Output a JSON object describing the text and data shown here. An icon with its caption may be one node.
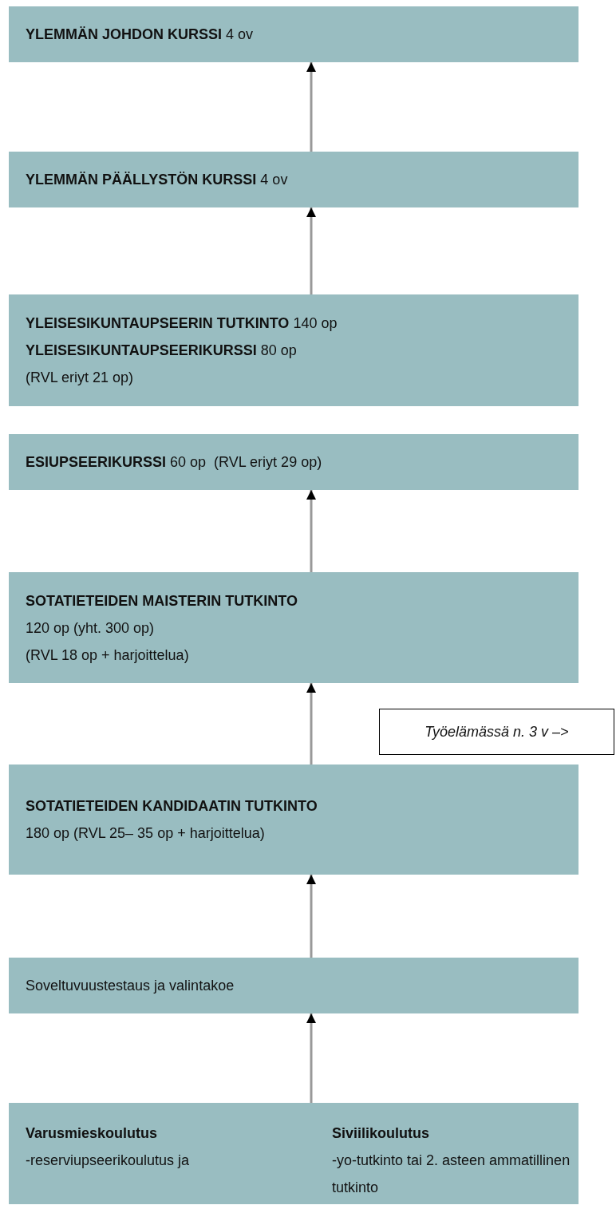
{
  "diagram": {
    "nodes": [
      {
        "text": [
          "**YLEMMÄN JOHDON KURSSI** 4 ov"
        ]
      },
      {
        "text": [
          "**YLEMMÄN PÄÄLLYSTÖN KURSSI** 4 ov"
        ]
      },
      {
        "text": [
          "**YLEISESIKUNTAUPSEERIN TUTKINTO** 140 op",
          "**YLEISESIKUNTAUPSEERIKURSSI** 80 op",
          "(RVL eriyt 21 op)"
        ]
      },
      {
        "text": [
          "**ESIUPSEERIKURSSI** 60 op  (RVL eriyt 29 op)"
        ]
      },
      {
        "text": [
          "SOTATIETEIDEN MAISTERIN TUTKINTO",
          "120 op (yht. 300 op)",
          "(RVL 18 op + harjoittelua)"
        ]
      },
      {
        "text": [
          "SOTATIETEIDEN KANDIDAATIN TUTKINTO",
          "180 op (RVL 25– 35 op + harjoittelua)"
        ]
      },
      {
        "text": [
          "Soveltuvuustestaus ja valintakoe"
        ]
      },
      {
        "text": [
          "Varusmieskoulutus",
          "-reserviupseerikoulutus ja",
          "Siviilikoulutus",
          "-yo-tutkinto tai 2. asteen ammatillinen tutkinto"
        ]
      },
      {
        "text": [
          "Työelämässä n. 3 v –>"
        ]
      }
    ],
    "edges": [
      {
        "from": 1,
        "to": 0,
        "arrow": "to"
      },
      {
        "from": 2,
        "to": 1,
        "arrow": "to"
      },
      {
        "from": 4,
        "to": 3,
        "arrow": "to"
      },
      {
        "from": 5,
        "to": 4,
        "arrow": "to"
      },
      {
        "from": 6,
        "to": 5,
        "arrow": "to"
      },
      {
        "from": 7,
        "to": 6,
        "arrow": "to"
      }
    ]
  }
}
